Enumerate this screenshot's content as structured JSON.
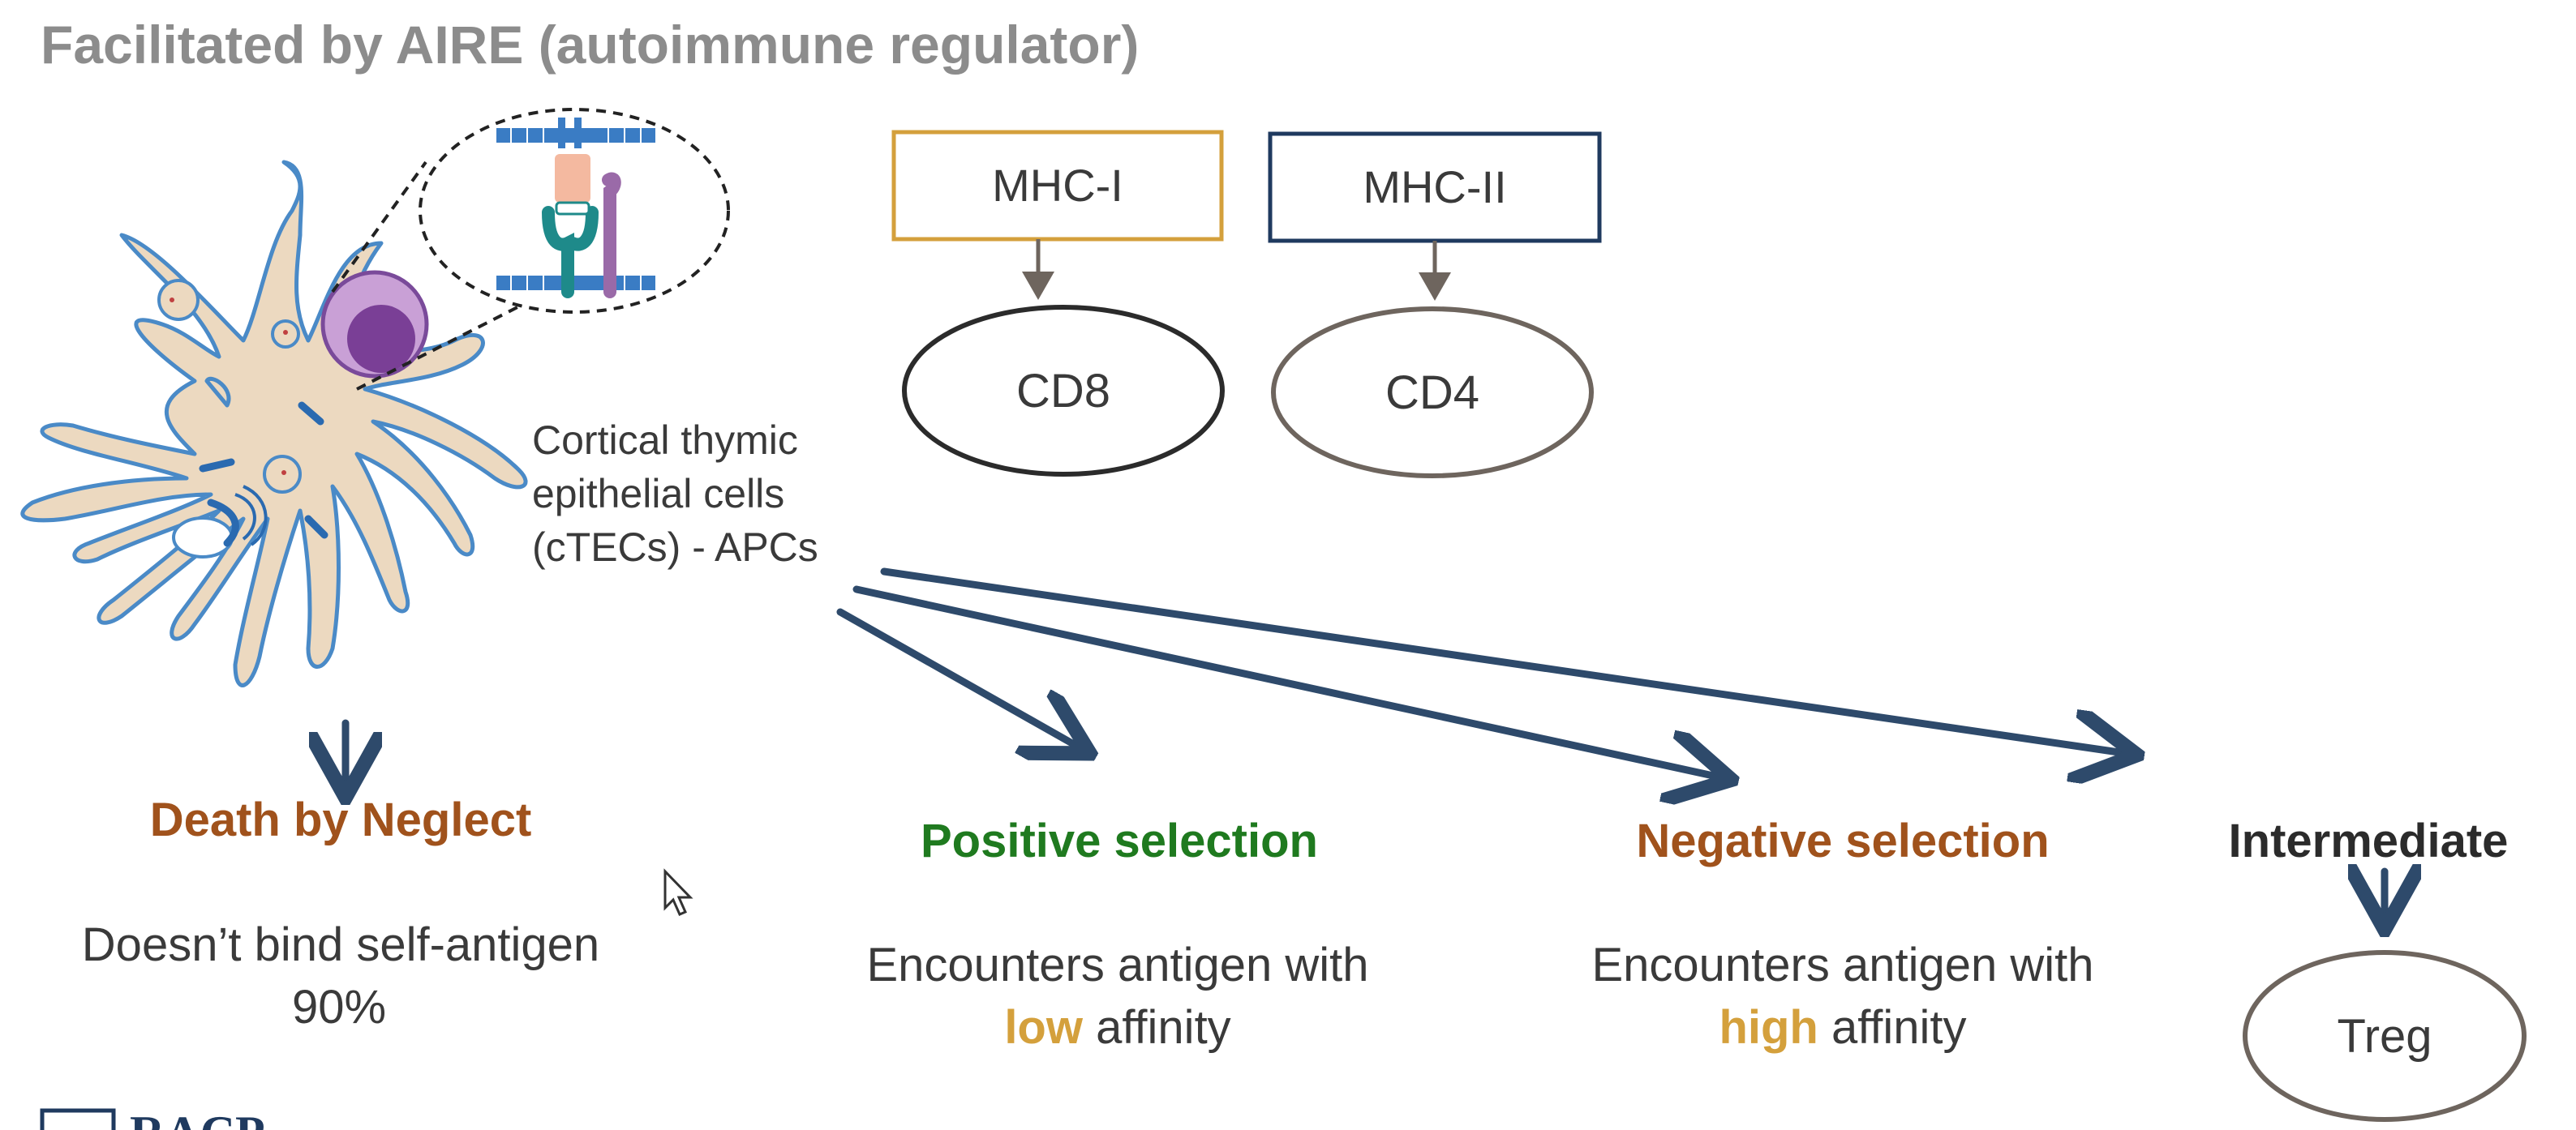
{
  "title": "Facilitated by AIRE (autoimmune regulator)",
  "mhc1": {
    "label": "MHC-I",
    "target": "CD8",
    "color": "#d4a03c"
  },
  "mhc2": {
    "label": "MHC-II",
    "target": "CD4",
    "color": "#1f3a5f"
  },
  "cell_label": [
    "Cortical thymic",
    "epithelial cells",
    "(cTECs) - APCs"
  ],
  "outcomes": {
    "neglect": {
      "title": "Death by Neglect",
      "line1": "Doesn’t bind self-antigen",
      "line2": "90%",
      "color": "#a0521c"
    },
    "positive": {
      "title": "Positive selection",
      "line1": "Encounters antigen with",
      "emph": "low",
      "rest": " affinity",
      "color": "#1f7a1f"
    },
    "negative": {
      "title": "Negative selection",
      "line1": "Encounters antigen with",
      "emph": "high",
      "rest": " affinity",
      "color": "#a0521c"
    },
    "intermediate": {
      "title": "Intermediate",
      "target": "Treg",
      "color": "#2b2b2b"
    }
  },
  "logo_text": "RACP",
  "colors": {
    "arrow": "#2e4a6b",
    "connector": "#6e655e",
    "cell_fill": "#ecd9c0",
    "cell_stroke": "#4a8ac7"
  }
}
